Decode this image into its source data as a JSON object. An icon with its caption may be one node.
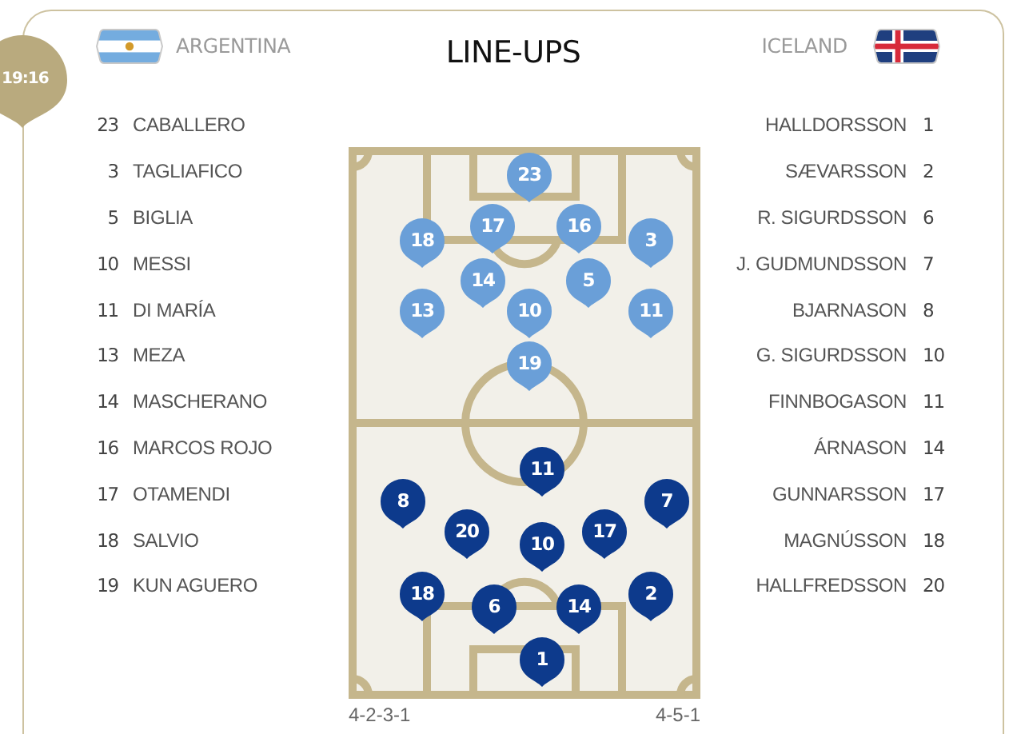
{
  "diagram": {
    "title": "LINE-UPS",
    "nodes": [
      {
        "text": [
          "19:16"
        ]
      },
      {
        "text": [
          "23"
        ]
      },
      {
        "text": [
          "17"
        ]
      },
      {
        "text": [
          "16"
        ]
      },
      {
        "text": [
          "18"
        ]
      },
      {
        "text": [
          "3"
        ]
      },
      {
        "text": [
          "14"
        ]
      },
      {
        "text": [
          "5"
        ]
      },
      {
        "text": [
          "13"
        ]
      },
      {
        "text": [
          "10"
        ]
      },
      {
        "text": [
          "11"
        ]
      },
      {
        "text": [
          "19"
        ]
      },
      {
        "text": [
          "11"
        ]
      },
      {
        "text": [
          "8"
        ]
      },
      {
        "text": [
          "7"
        ]
      },
      {
        "text": [
          "20"
        ]
      },
      {
        "text": [
          "17"
        ]
      },
      {
        "text": [
          "10"
        ]
      },
      {
        "text": [
          "18"
        ]
      },
      {
        "text": [
          "2"
        ]
      },
      {
        "text": [
          "6"
        ]
      },
      {
        "text": [
          "14"
        ]
      },
      {
        "text": [
          "1"
        ]
      }
    ],
    "labels": [
      "ARGENTINA",
      "ICELAND",
      "23",
      "CABALLERO",
      "HALLDORSSON",
      "1",
      "3",
      "TAGLIAFICO",
      "SÆVARSSON",
      "2",
      "5",
      "BIGLIA",
      "R. SIGURDSSON",
      "6",
      "10",
      "MESSI",
      "J. GUDMUNDSSON",
      "7",
      "11",
      "DI MARÍA",
      "BJARNASON",
      "8",
      "13",
      "MEZA",
      "G. SIGURDSSON",
      "10",
      "14",
      "MASCHERANO",
      "FINNBOGASON",
      "11",
      "16",
      "MARCOS ROJO",
      "ÁRNASON",
      "14",
      "17",
      "OTAMENDI",
      "GUNNARSSON",
      "17",
      "18",
      "SALVIO",
      "MAGNÚSSON",
      "18",
      "19",
      "KUN AGUERO",
      "HALLFREDSSON",
      "20",
      "4-2-3-1",
      "4-5-1"
    ]
  }
}
